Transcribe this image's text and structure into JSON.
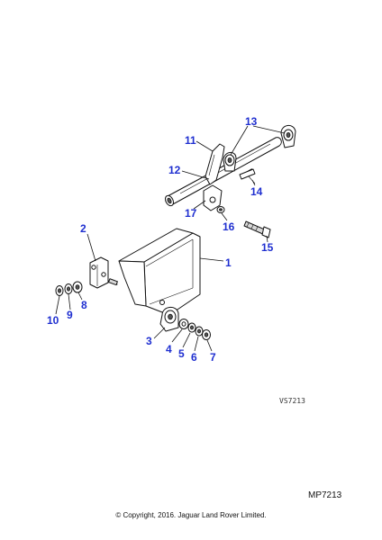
{
  "diagram": {
    "callouts": {
      "c1": "1",
      "c2": "2",
      "c3": "3",
      "c4": "4",
      "c5": "5",
      "c6": "6",
      "c7": "7",
      "c8": "8",
      "c9": "9",
      "c10": "10",
      "c11": "11",
      "c12": "12",
      "c13": "13",
      "c14": "14",
      "c15": "15",
      "c16": "16",
      "c17": "17"
    },
    "drawing_code": "VS7213"
  },
  "footer": {
    "reference_code": "MP7213",
    "copyright": "© Copyright, 2016. Jaguar Land Rover Limited."
  },
  "colors": {
    "callout": "#1f2fd0",
    "line": "#111111",
    "background": "#ffffff"
  }
}
